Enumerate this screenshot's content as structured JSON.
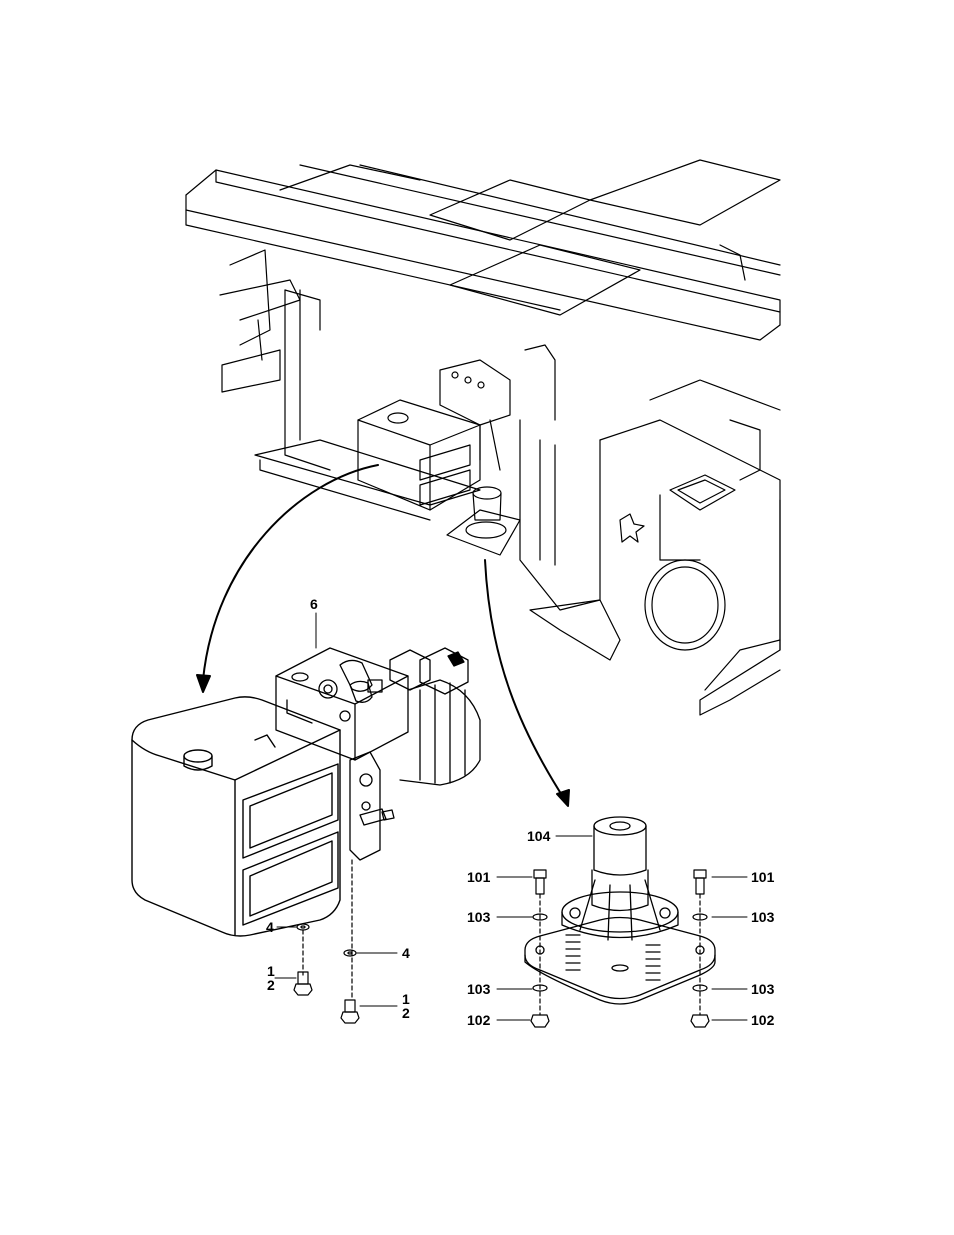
{
  "figure": {
    "ink_color": "#000000",
    "paper_color": "#ffffff",
    "callouts": {
      "c6": "6",
      "c104": "104",
      "c101_left": "101",
      "c101_right": "101",
      "c103_upper_left": "103",
      "c103_upper_right": "103",
      "c103_lower_left": "103",
      "c103_lower_right": "103",
      "c102_left": "102",
      "c102_right": "102",
      "c4_tank": "4",
      "c4_valve": "4",
      "c1_tank": "1",
      "c2_tank": "2",
      "c1_valve": "1",
      "c2_valve": "2"
    }
  }
}
